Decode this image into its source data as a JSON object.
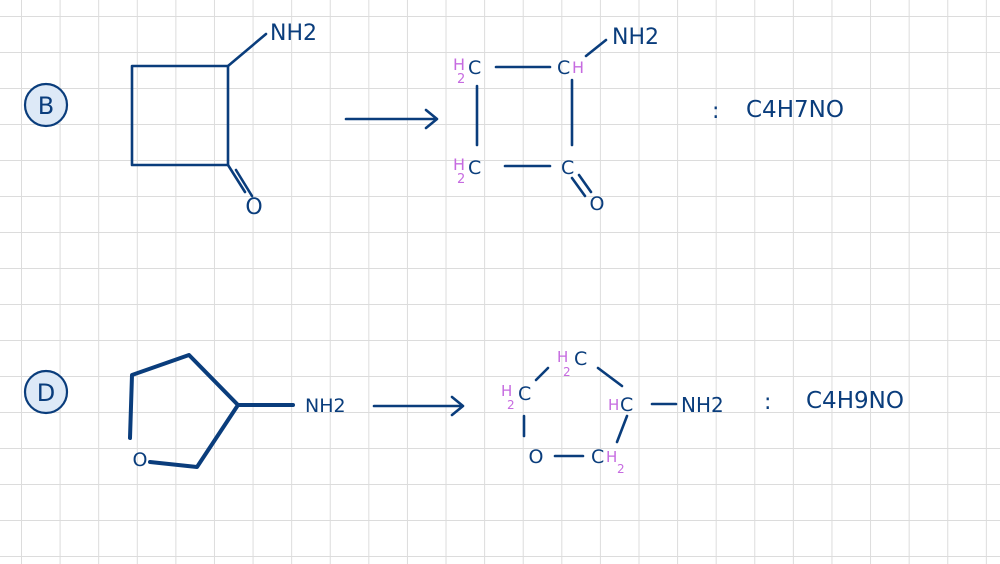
{
  "problem_b": {
    "label": "B",
    "skeletal": {
      "amine": "NH2",
      "oxygen": "O"
    },
    "condensed": {
      "ch2_top_h": "H",
      "ch2_top_sub": "2",
      "ch2_top_c": "C",
      "ch_c": "C",
      "ch_h": "H",
      "amine": "NH2",
      "ch2_bot_h": "H",
      "ch2_bot_sub": "2",
      "ch2_bot_c": "C",
      "carbonyl_c": "C",
      "oxygen": "O"
    },
    "formula": "C4H7NO",
    "colon": ":"
  },
  "problem_d": {
    "label": "D",
    "skeletal": {
      "amine": "NH2",
      "oxygen": "O"
    },
    "condensed": {
      "ch2_top": "H",
      "ch2_top_sub": "2",
      "ch2_top_c": "C",
      "ch2_left_h": "H",
      "ch2_left_sub": "2",
      "ch2_left_c": "C",
      "hc_h": "H",
      "hc_c": "C",
      "amine": "NH2",
      "oxygen": "O",
      "ch2_bot_c": "C",
      "ch2_bot_h": "H",
      "ch2_bot_sub": "2"
    },
    "formula": "C4H9NO",
    "colon": ":"
  }
}
